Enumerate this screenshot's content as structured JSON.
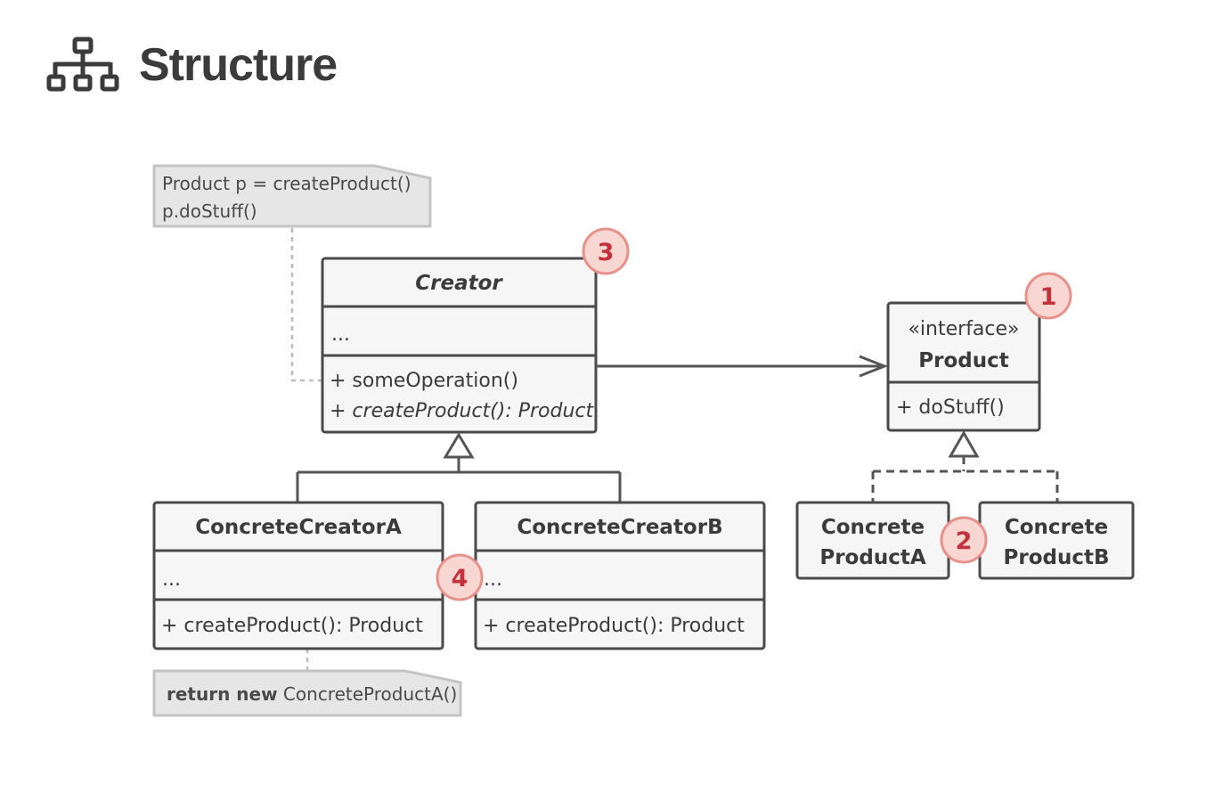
{
  "page": {
    "title": "Structure"
  },
  "notes": {
    "creator_note": {
      "line1": "Product p = createProduct()",
      "line2": "p.doStuff()"
    },
    "concrete_a_note": {
      "keyword": "return new",
      "text": " ConcreteProductA()"
    }
  },
  "classes": {
    "creator": {
      "name": "Creator",
      "fields": "...",
      "op1": "+ someOperation()",
      "op2": "+ createProduct(): Product"
    },
    "concrete_creator_a": {
      "name": "ConcreteCreatorA",
      "fields": "...",
      "op": "+ createProduct(): Product"
    },
    "concrete_creator_b": {
      "name": "ConcreteCreatorB",
      "fields": "...",
      "op": "+ createProduct(): Product"
    },
    "product": {
      "stereotype": "«interface»",
      "name": "Product",
      "op": "+ doStuff()"
    },
    "concrete_product_a": {
      "line1": "Concrete",
      "line2": "ProductA"
    },
    "concrete_product_b": {
      "line1": "Concrete",
      "line2": "ProductB"
    }
  },
  "badges": {
    "b1": "1",
    "b2": "2",
    "b3": "3",
    "b4": "4"
  }
}
